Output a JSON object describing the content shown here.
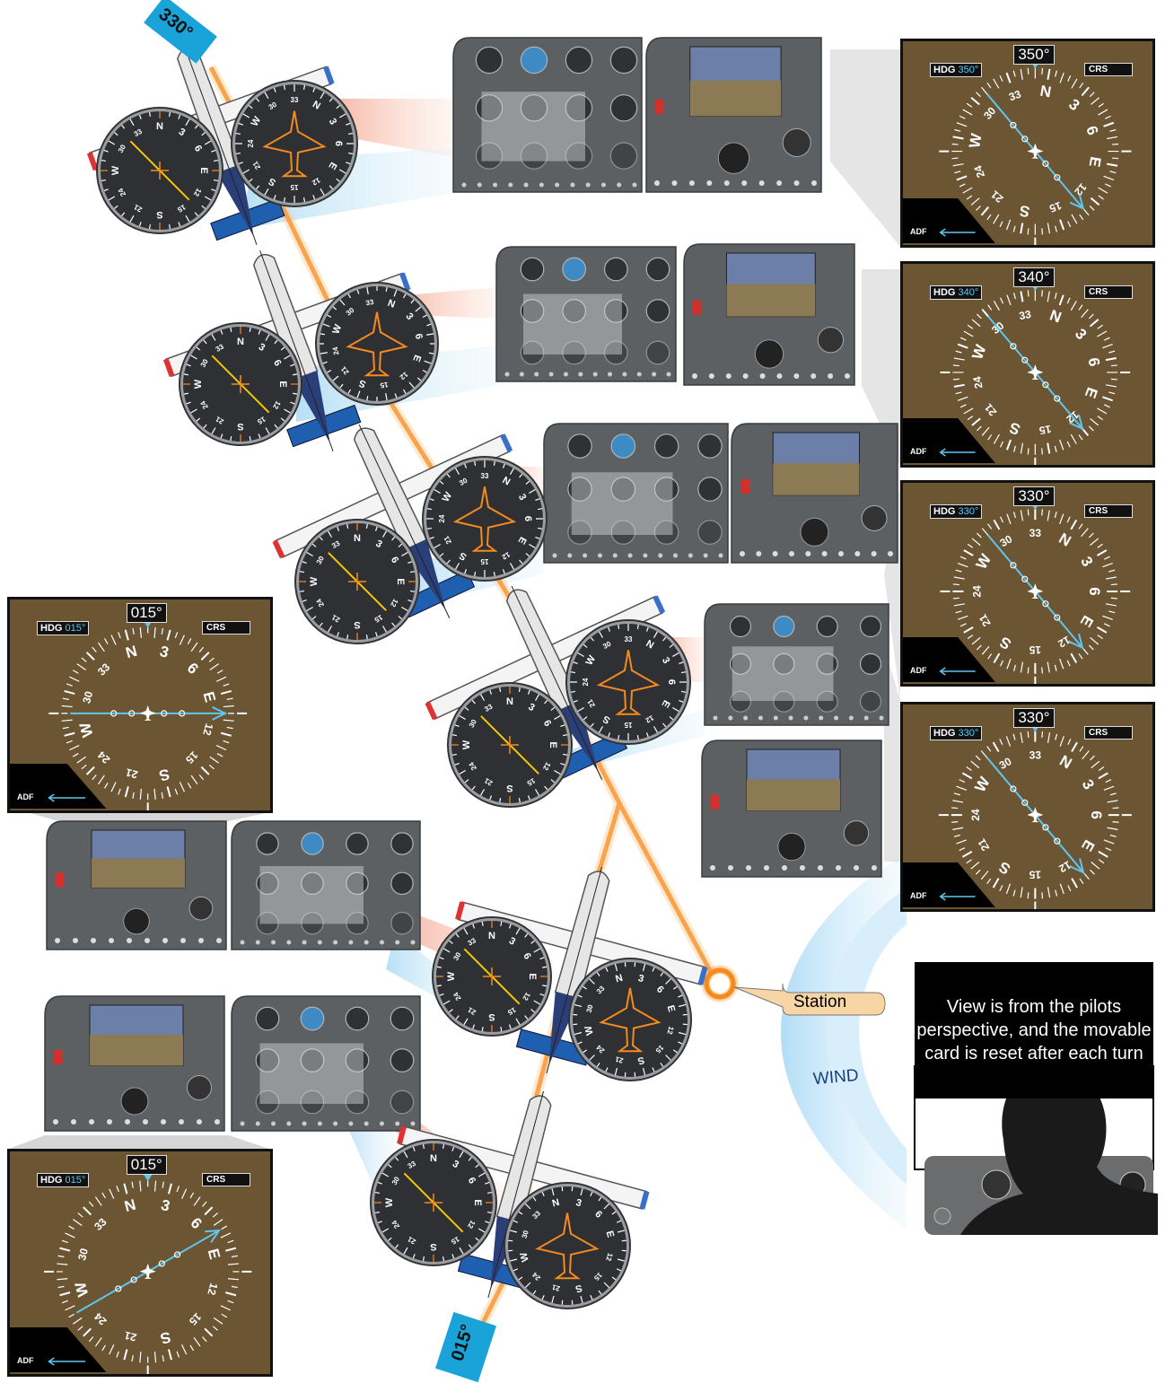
{
  "panels": [
    {
      "id": "p1",
      "heading": "350°",
      "hdg_label": "HDG",
      "hdg_value": "350°",
      "crs_label": "CRS",
      "adf_label": "ADF",
      "card_rotation": -10,
      "needle_angle": 140
    },
    {
      "id": "p2",
      "heading": "340°",
      "hdg_label": "HDG",
      "hdg_value": "340°",
      "crs_label": "CRS",
      "adf_label": "ADF",
      "card_rotation": -20,
      "needle_angle": 140
    },
    {
      "id": "p3",
      "heading": "330°",
      "hdg_label": "HDG",
      "hdg_value": "330°",
      "crs_label": "CRS",
      "adf_label": "ADF",
      "card_rotation": -30,
      "needle_angle": 140
    },
    {
      "id": "p4",
      "heading": "330°",
      "hdg_label": "HDG",
      "hdg_value": "330°",
      "crs_label": "CRS",
      "adf_label": "ADF",
      "card_rotation": -30,
      "needle_angle": 140
    },
    {
      "id": "p5",
      "heading": "015°",
      "hdg_label": "HDG",
      "hdg_value": "015°",
      "crs_label": "CRS",
      "adf_label": "ADF",
      "card_rotation": 15,
      "needle_angle": 90
    },
    {
      "id": "p6",
      "heading": "015°",
      "hdg_label": "HDG",
      "hdg_value": "015°",
      "crs_label": "CRS",
      "adf_label": "ADF",
      "card_rotation": 15,
      "needle_angle": 60
    }
  ],
  "compass_labels": [
    "N",
    "3",
    "6",
    "E",
    "12",
    "15",
    "S",
    "21",
    "24",
    "W",
    "30",
    "33"
  ],
  "tape_top": "330°",
  "tape_bottom": "015°",
  "station_label": "Station",
  "wind_label": "WIND",
  "caption": "View is from the pilots perspective, and the movable card is reset after each turn",
  "colors": {
    "hsi_bg": "#6b5533",
    "course_line": "#5fc6ef",
    "beam": "#f58a1f",
    "wind": "#bfe3f7",
    "plane_tail": "#1e5fb0"
  }
}
